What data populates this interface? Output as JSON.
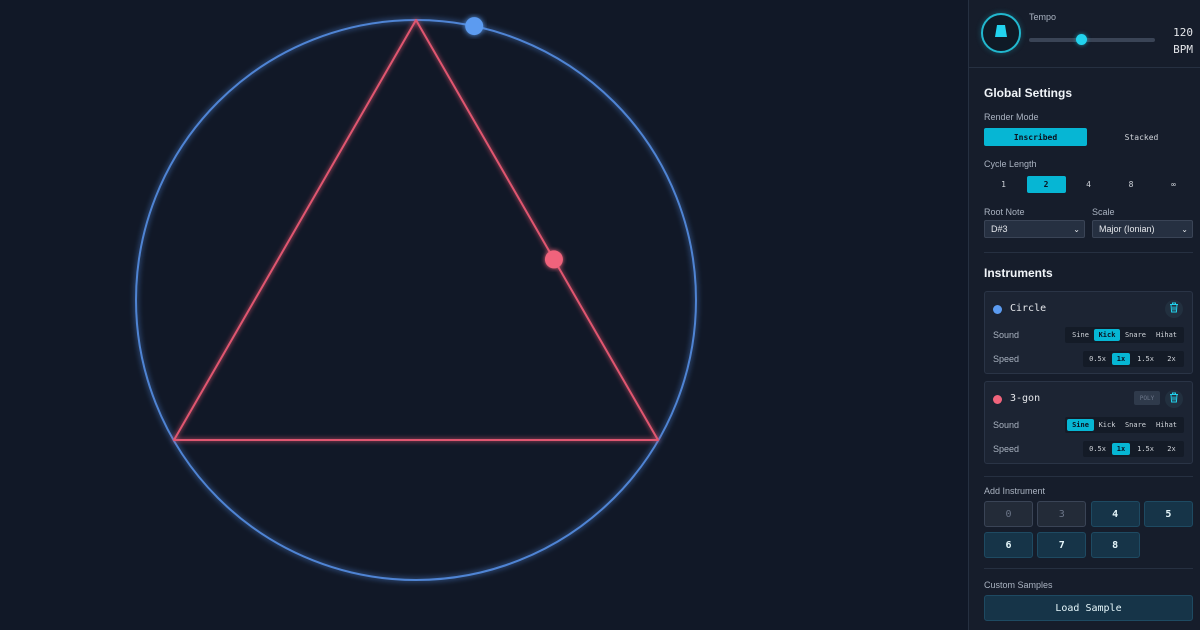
{
  "colors": {
    "circle": "#4f84d4",
    "polygon": "#e0566f",
    "accent": "#06b6d4",
    "background": "#111827"
  },
  "tempo": {
    "label": "Tempo",
    "bpm_value": "120",
    "bpm_unit": "BPM",
    "slider_level": 0.41,
    "play_icon": "drum-icon"
  },
  "global": {
    "title": "Global Settings",
    "render_mode_label": "Render Mode",
    "render_modes": [
      "Inscribed",
      "Stacked"
    ],
    "render_mode_active": 0,
    "cycle_length_label": "Cycle Length",
    "cycle_lengths": [
      "1",
      "2",
      "4",
      "8",
      "∞"
    ],
    "cycle_length_active": 1,
    "root_note_label": "Root Note",
    "root_note_value": "D#3",
    "scale_label": "Scale",
    "scale_value": "Major (Ionian)"
  },
  "instruments": {
    "title": "Instruments",
    "items": [
      {
        "name": "Circle",
        "color": "#5b9bf0",
        "sound_label": "Sound",
        "sounds": [
          "Sine",
          "Kick",
          "Snare",
          "Hihat"
        ],
        "sound_active": 1,
        "speed_label": "Speed",
        "speeds": [
          "0.5x",
          "1x",
          "1.5x",
          "2x"
        ],
        "speed_active": 1,
        "poly_badge": null,
        "delete_icon": "trash-icon"
      },
      {
        "name": "3-gon",
        "color": "#f0647c",
        "sound_label": "Sound",
        "sounds": [
          "Sine",
          "Kick",
          "Snare",
          "Hihat"
        ],
        "sound_active": 0,
        "speed_label": "Speed",
        "speeds": [
          "0.5x",
          "1x",
          "1.5x",
          "2x"
        ],
        "speed_active": 1,
        "poly_badge": "POLY",
        "delete_icon": "trash-icon"
      }
    ]
  },
  "add_instrument": {
    "label": "Add Instrument",
    "buttons": [
      {
        "label": "0",
        "enabled": false
      },
      {
        "label": "3",
        "enabled": false
      },
      {
        "label": "4",
        "enabled": true
      },
      {
        "label": "5",
        "enabled": true
      },
      {
        "label": "6",
        "enabled": true
      },
      {
        "label": "7",
        "enabled": true
      },
      {
        "label": "8",
        "enabled": true
      }
    ]
  },
  "custom_samples": {
    "label": "Custom Samples",
    "button_label": "Load Sample"
  },
  "visual": {
    "shapes": [
      "circle",
      "triangle"
    ],
    "circle_marker_angle_deg": -78,
    "triangle_marker_progress": 0.57
  }
}
